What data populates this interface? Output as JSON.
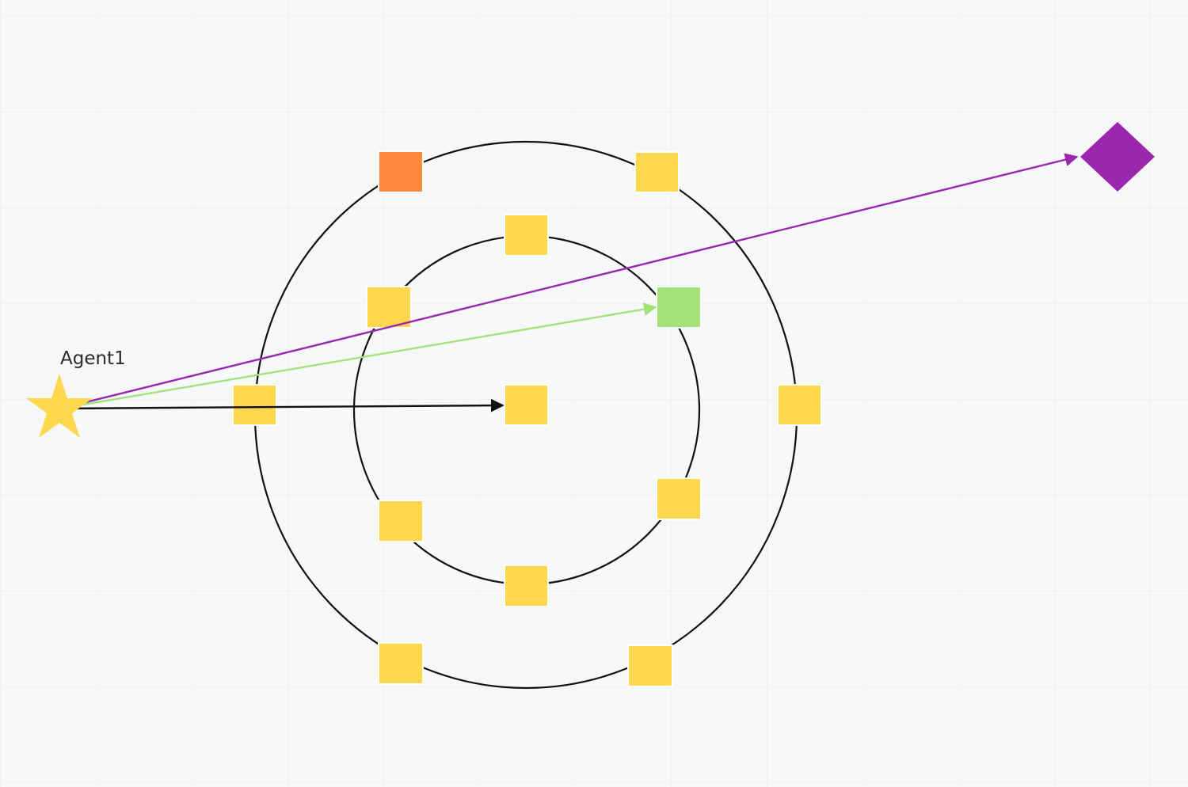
{
  "board": {
    "background": "#f7f8f9",
    "grid_color": "#eaedf0"
  },
  "agent": {
    "label": "Agent1",
    "shape": "star",
    "color": "#ffd84f"
  },
  "rings": [
    {
      "name": "outer-ring",
      "color": "#111111"
    },
    {
      "name": "inner-ring",
      "color": "#111111"
    }
  ],
  "nodes": [
    {
      "name": "outer-node-top-left",
      "color": "#ff8a3d",
      "state": "highlighted"
    },
    {
      "name": "outer-node-top-right",
      "color": "#ffd84f",
      "state": "default"
    },
    {
      "name": "outer-node-left",
      "color": "#ffd84f",
      "state": "default"
    },
    {
      "name": "outer-node-right",
      "color": "#ffd84f",
      "state": "default"
    },
    {
      "name": "outer-node-bottom-left",
      "color": "#ffd84f",
      "state": "default"
    },
    {
      "name": "outer-node-bottom-right",
      "color": "#ffd84f",
      "state": "default"
    },
    {
      "name": "inner-node-top",
      "color": "#ffd84f",
      "state": "default"
    },
    {
      "name": "inner-node-upper-left",
      "color": "#ffd84f",
      "state": "default"
    },
    {
      "name": "inner-node-upper-right",
      "color": "#a3e27a",
      "state": "target"
    },
    {
      "name": "inner-node-lower-right",
      "color": "#ffd84f",
      "state": "default"
    },
    {
      "name": "inner-node-lower-left",
      "color": "#ffd84f",
      "state": "default"
    },
    {
      "name": "inner-node-bottom",
      "color": "#ffd84f",
      "state": "default"
    },
    {
      "name": "center-node",
      "color": "#ffd84f",
      "state": "default"
    }
  ],
  "goal": {
    "shape": "diamond",
    "color": "#9b27af"
  },
  "arrows": [
    {
      "name": "arrow-to-goal",
      "color": "#9b27af",
      "to": "goal"
    },
    {
      "name": "arrow-to-green-node",
      "color": "#a3e27a",
      "to": "inner-node-upper-right"
    },
    {
      "name": "arrow-to-center",
      "color": "#111111",
      "to": "center-node"
    }
  ]
}
